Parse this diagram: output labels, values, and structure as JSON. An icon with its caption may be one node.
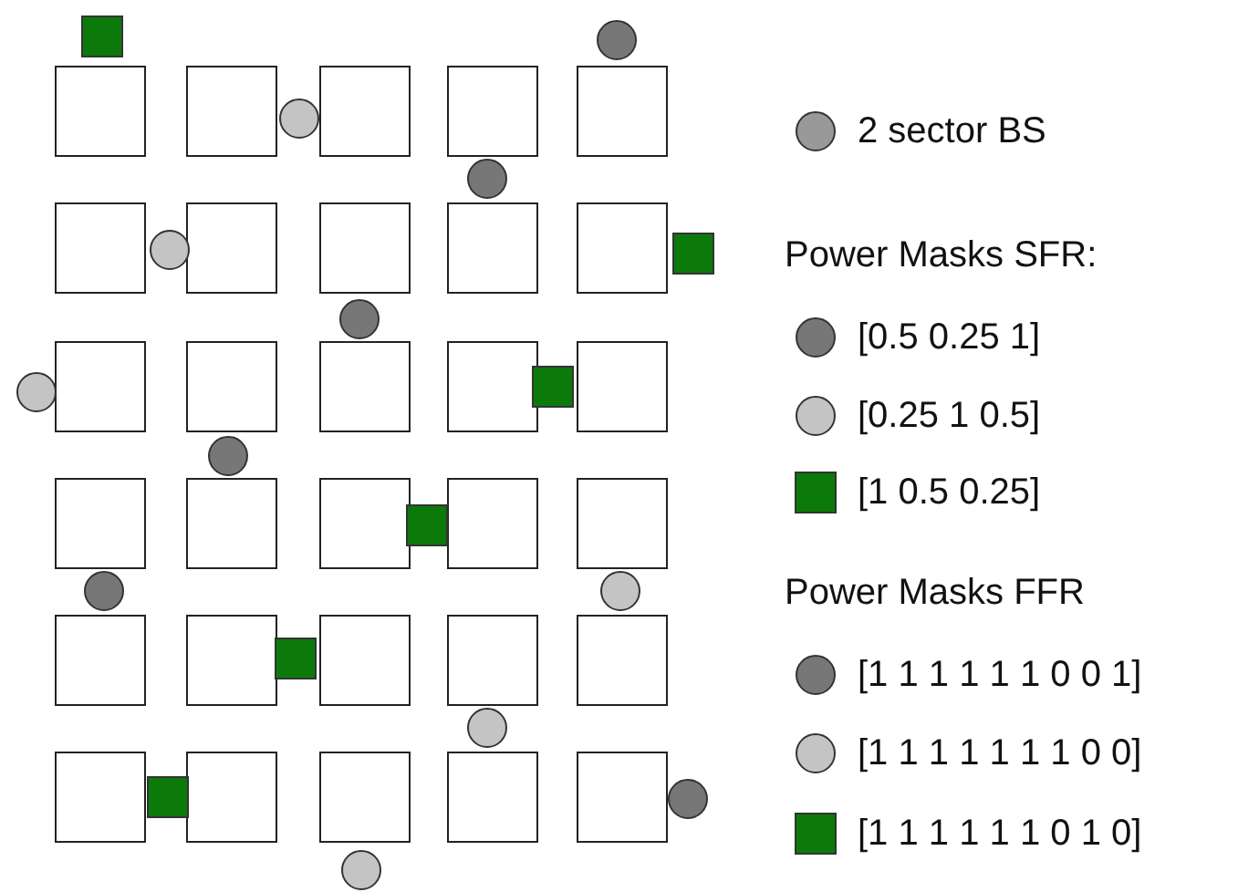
{
  "diagram": {
    "nodes": [
      {
        "text": [],
        "shape": "box"
      },
      {
        "text": [],
        "shape": "box"
      },
      {
        "text": [],
        "shape": "box"
      },
      {
        "text": [],
        "shape": "box"
      },
      {
        "text": [],
        "shape": "box"
      },
      {
        "text": [],
        "shape": "box"
      },
      {
        "text": [],
        "shape": "box"
      },
      {
        "text": [],
        "shape": "box"
      },
      {
        "text": [],
        "shape": "box"
      },
      {
        "text": [],
        "shape": "box"
      },
      {
        "text": [],
        "shape": "box"
      },
      {
        "text": [],
        "shape": "box"
      },
      {
        "text": [],
        "shape": "box"
      },
      {
        "text": [],
        "shape": "box"
      },
      {
        "text": [],
        "shape": "box"
      },
      {
        "text": [],
        "shape": "box"
      },
      {
        "text": [],
        "shape": "box"
      },
      {
        "text": [],
        "shape": "box"
      },
      {
        "text": [],
        "shape": "box"
      },
      {
        "text": [],
        "shape": "box"
      },
      {
        "text": [],
        "shape": "box"
      },
      {
        "text": [],
        "shape": "box"
      },
      {
        "text": [],
        "shape": "box"
      },
      {
        "text": [],
        "shape": "box"
      },
      {
        "text": [],
        "shape": "box"
      },
      {
        "text": [],
        "shape": "box"
      },
      {
        "text": [],
        "shape": "box"
      },
      {
        "text": [],
        "shape": "box"
      },
      {
        "text": [],
        "shape": "box"
      },
      {
        "text": [],
        "shape": "box"
      }
    ],
    "labels": [
      "Power Masks SFR:",
      "Power Masks FFR"
    ],
    "legend": [
      {
        "text": "2 sector BS",
        "color": "#999999"
      },
      {
        "text": "[0.5 0.25 1]",
        "color": "#777777"
      },
      {
        "text": "[0.25 1 0.5]",
        "color": "#c4c4c4"
      },
      {
        "text": "[1 0.5 0.25]",
        "color": "#0b7a0b"
      },
      {
        "text": "[1 1 1 1 1 1 0 0 1]",
        "color": "#777777"
      },
      {
        "text": "[1 1 1 1 1 1 1 0 0]",
        "color": "#c4c4c4"
      },
      {
        "text": "[1 1 1 1 1 1 0 1 0]",
        "color": "#0b7a0b"
      }
    ]
  }
}
